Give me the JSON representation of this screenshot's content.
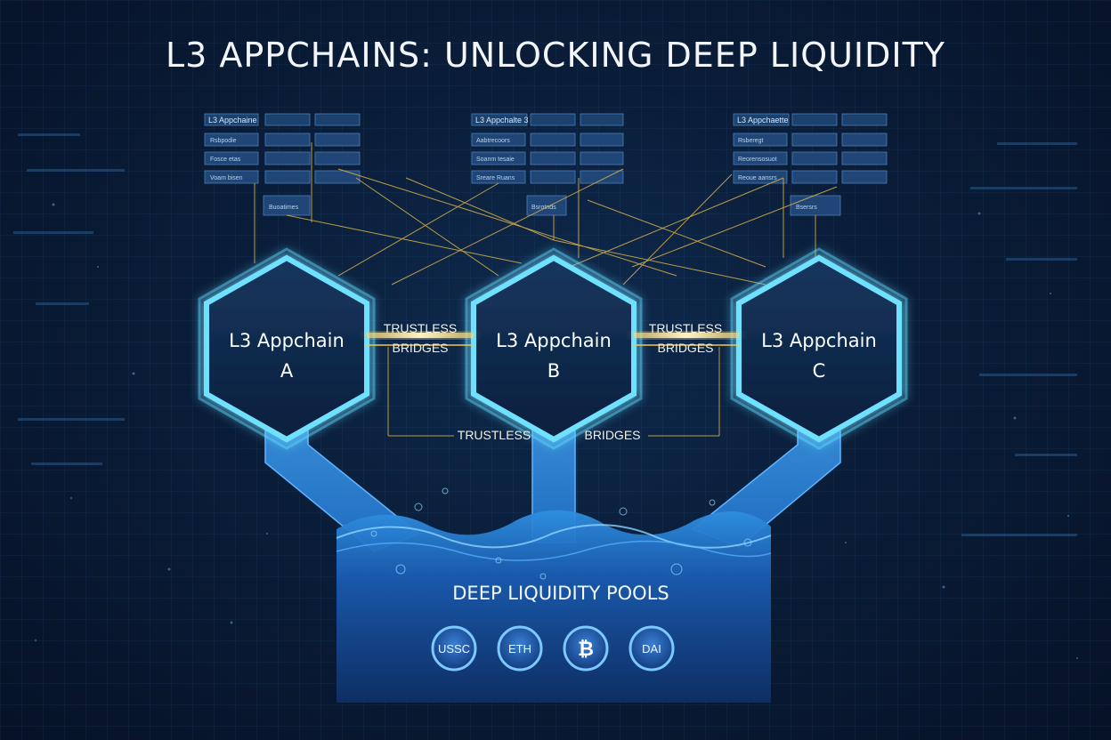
{
  "title": "L3 APPCHAINS: UNLOCKING DEEP LIQUIDITY",
  "appchains": [
    {
      "line1": "L3 Appchain",
      "line2": "A"
    },
    {
      "line1": "L3 Appchain",
      "line2": "B"
    },
    {
      "line1": "L3 Appchain",
      "line2": "C"
    }
  ],
  "bridges": {
    "left_line1": "TRUSTLESS",
    "left_line2": "BRIDGES",
    "right_line1": "TRUSTLESS",
    "right_line2": "BRIDGES",
    "bottom_word1": "TRUSTLESS",
    "bottom_word2": "BRIDGES"
  },
  "panels": [
    {
      "title": "L3 Appchaine",
      "rows": [
        "Rsbpodie",
        "Fosce etas",
        "Voam bisen"
      ],
      "extra": "Buoatimes"
    },
    {
      "title": "L3 Appchalte 3",
      "rows": [
        "Aabtrecoors",
        "Soanm tesaie",
        "Sreare Ruans"
      ],
      "extra": "Bsrotnds"
    },
    {
      "title": "L3 Appchaette",
      "rows": [
        "Rsberegt",
        "Reorensosuot",
        "Reoue aansrs"
      ],
      "extra": "Bsersrs"
    }
  ],
  "pools": {
    "title": "DEEP LIQUIDITY POOLS",
    "tokens": [
      "USSC",
      "ETH",
      "₿",
      "DAI"
    ]
  },
  "colors": {
    "background": "#0a1d38",
    "hex_glow": "#5fd8ff",
    "bridge_gold": "#f2c94c",
    "water": "#2f8fe0"
  }
}
